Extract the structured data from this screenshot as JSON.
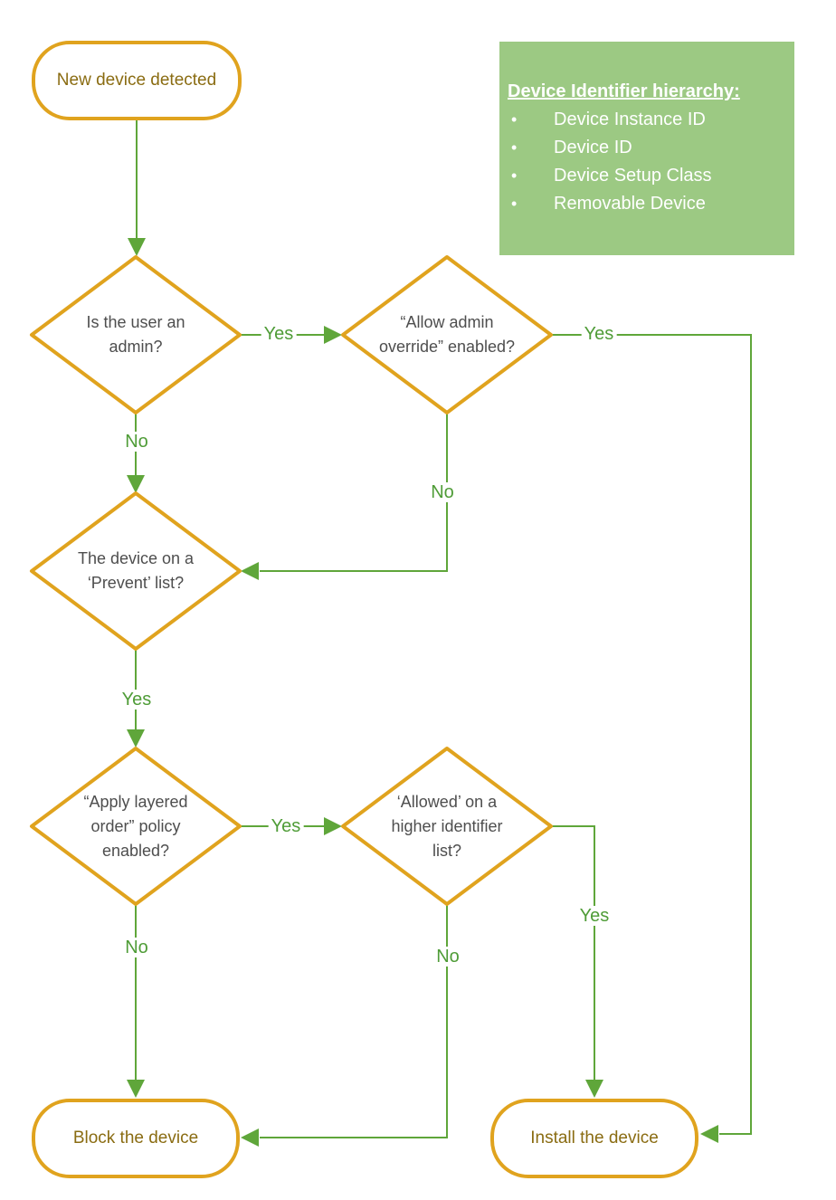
{
  "colors": {
    "shape-border": "#E0A31E",
    "arrow-green": "#5FA63A",
    "label-green": "#4F9C37",
    "legend-bg": "#9CC983",
    "legend-text": "#FFFFFF",
    "diamond-text": "#4E4E4E",
    "terminal-text": "#8A6C12"
  },
  "nodes": {
    "start": "New device detected",
    "admin": "Is the user an admin?",
    "override": "“Allow admin override” enabled?",
    "prevent": "The device on a ‘Prevent’ list?",
    "layered": "“Apply layered order” policy enabled?",
    "higher": "‘Allowed’ on a higher identifier list?",
    "block": "Block the device",
    "install": "Install the device"
  },
  "edges": [
    {
      "from": "start",
      "to": "admin",
      "label": ""
    },
    {
      "from": "admin",
      "to": "override",
      "label": "Yes"
    },
    {
      "from": "admin",
      "to": "prevent",
      "label": "No"
    },
    {
      "from": "override",
      "to": "install",
      "label": "Yes"
    },
    {
      "from": "override",
      "to": "prevent",
      "label": "No"
    },
    {
      "from": "prevent",
      "to": "layered",
      "label": "Yes"
    },
    {
      "from": "layered",
      "to": "higher",
      "label": "Yes"
    },
    {
      "from": "layered",
      "to": "block",
      "label": "No"
    },
    {
      "from": "higher",
      "to": "install",
      "label": "Yes"
    },
    {
      "from": "higher",
      "to": "block",
      "label": "No"
    }
  ],
  "legend": {
    "title": "Device Identifier hierarchy:",
    "items": [
      "Device Instance ID",
      "Device ID",
      "Device Setup Class",
      "Removable Device"
    ]
  }
}
